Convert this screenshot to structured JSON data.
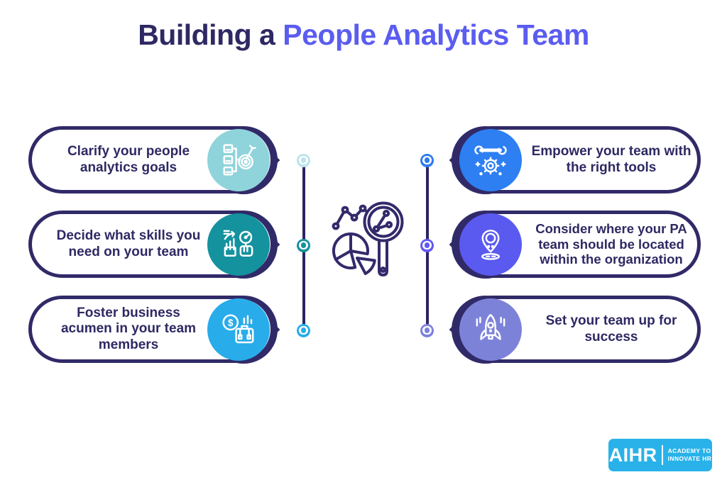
{
  "title": {
    "prefix": "Building a",
    "highlight": "People Analytics Team"
  },
  "steps": [
    {
      "label": "Clarify your people analytics goals",
      "icon": "flowchart-target-icon",
      "circle_color": "#8fd3db",
      "dot_color": "#b9e5ea"
    },
    {
      "label": "Decide what skills you need on your team",
      "icon": "skills-gauge-icon",
      "circle_color": "#14929e",
      "dot_color": "#14929e"
    },
    {
      "label": "Foster business acumen in your team members",
      "icon": "money-briefcase-icon",
      "circle_color": "#28acea",
      "dot_color": "#28acea"
    },
    {
      "label": "Empower your team with the right tools",
      "icon": "wrench-gear-icon",
      "circle_color": "#2e7ff2",
      "dot_color": "#2f7bf0"
    },
    {
      "label": "Consider where your PA team should be located within the organization",
      "icon": "location-pin-icon",
      "circle_color": "#5a5af0",
      "dot_color": "#6159f2"
    },
    {
      "label": "Set your team up for success",
      "icon": "rocket-icon",
      "circle_color": "#7d82d9",
      "dot_color": "#7d82dc"
    }
  ],
  "colors": {
    "navy": "#312a68",
    "title_navy": "#2e2963",
    "title_highlight": "#5b5cf0",
    "logo_blue": "#29b2e9"
  },
  "center_illustration": "analytics-magnifier-pie-chart",
  "logo": {
    "brand": "AIHR",
    "tagline_line1": "ACADEMY TO",
    "tagline_line2": "INNOVATE HR"
  }
}
